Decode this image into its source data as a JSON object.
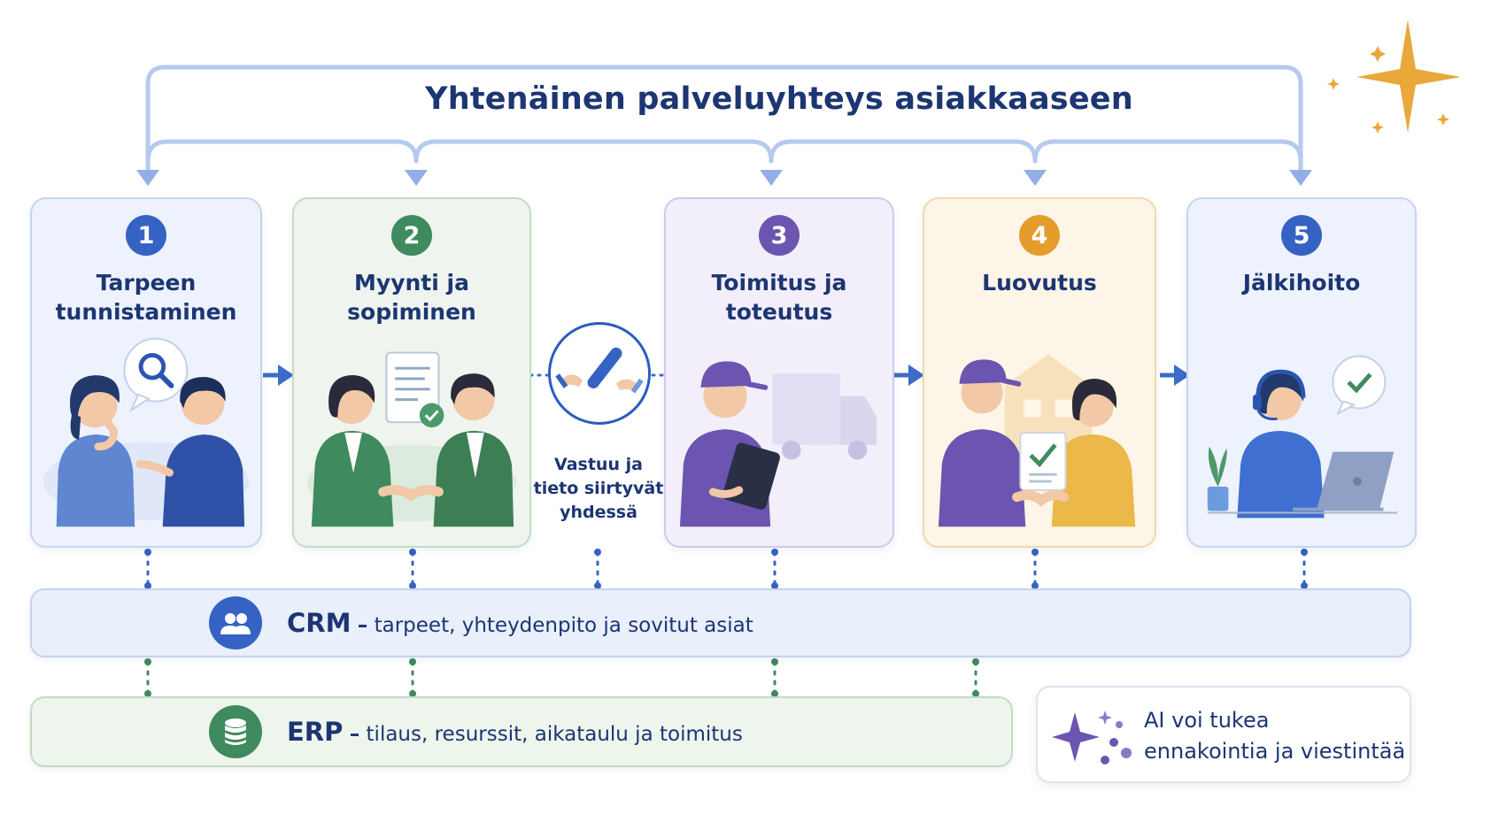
{
  "title": "Yhtenäinen palveluyhteys asiakkaaseen",
  "steps": [
    {
      "number": "1",
      "title_line1": "Tarpeen",
      "title_line2": "tunnistaminen"
    },
    {
      "number": "2",
      "title_line1": "Myynti ja",
      "title_line2": "sopiminen"
    },
    {
      "number": "3",
      "title_line1": "Toimitus ja",
      "title_line2": "toteutus"
    },
    {
      "number": "4",
      "title_line1": "Luovutus",
      "title_line2": ""
    },
    {
      "number": "5",
      "title_line1": "Jälkihoito",
      "title_line2": ""
    }
  ],
  "handoff": {
    "line1": "Vastuu ja",
    "line2": "tieto siirtyvät",
    "line3": "yhdessä"
  },
  "crm": {
    "acronym": "CRM",
    "dash": "–",
    "text": "tarpeet, yhteydenpito ja sovitut asiat"
  },
  "erp": {
    "acronym": "ERP",
    "dash": "–",
    "text": "tilaus, resurssit, aikataulu ja toimitus"
  },
  "ai": {
    "line1": "AI voi tukea",
    "line2": "ennakointia ja viestintää"
  },
  "colors": {
    "navy": "#1c3573",
    "blue": "#3563c4",
    "green": "#3f8a5e",
    "purple": "#6c55b0",
    "orange": "#e49c2c",
    "gold": "#e8a93a"
  }
}
